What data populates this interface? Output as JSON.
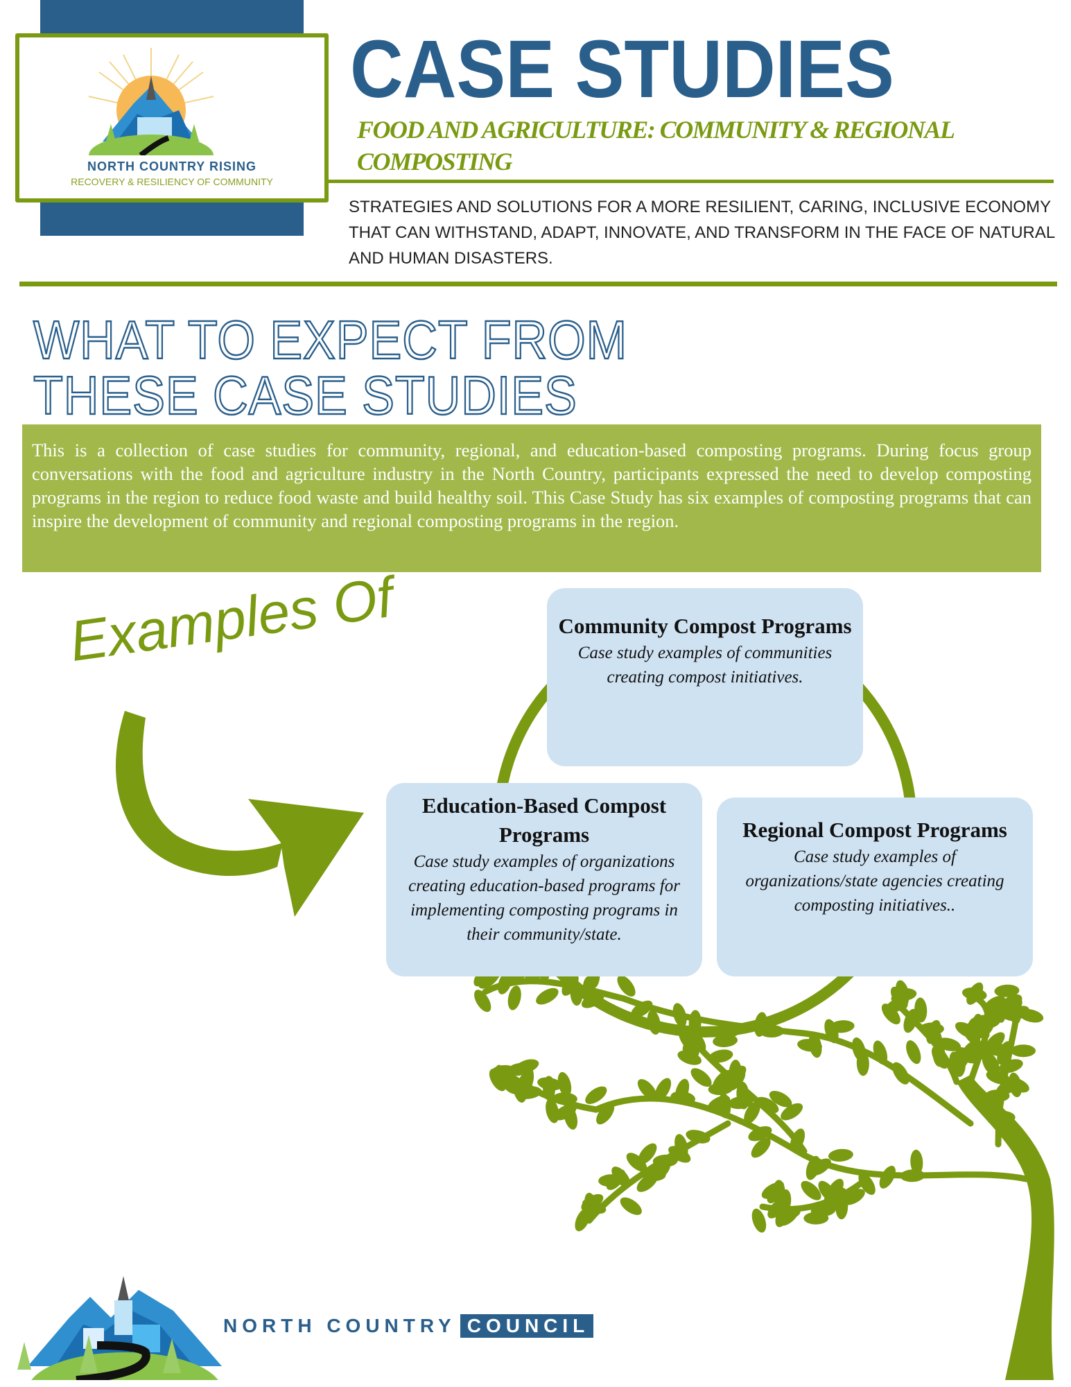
{
  "header": {
    "logo_title": "NORTH COUNTRY RISING",
    "logo_subtitle": "RECOVERY & RESILIENCY OF COMMUNITY",
    "title": "CASE STUDIES",
    "subtitle": "FOOD AND AGRICULTURE: COMMUNITY & REGIONAL COMPOSTING",
    "tagline": "STRATEGIES AND SOLUTIONS FOR A MORE RESILIENT, CARING, INCLUSIVE ECONOMY THAT CAN WITHSTAND, ADAPT, INNOVATE, AND TRANSFORM IN THE FACE OF NATURAL AND HUMAN DISASTERS."
  },
  "section": {
    "heading": "WHAT TO EXPECT FROM\nTHESE CASE STUDIES",
    "intro": "This is a collection of case studies for community, regional, and education-based composting programs. During focus group conversations with the food and agriculture industry in the North Country, participants expressed the need to develop composting programs in the region to reduce food waste and build healthy soil. This Case Study has six examples of composting programs that can inspire the development of community and regional composting programs in the region."
  },
  "examples": {
    "label": "Examples Of",
    "items": [
      {
        "title": "Community Compost Programs",
        "desc": "Case study examples of communities creating compost initiatives."
      },
      {
        "title": "Education-Based Compost Programs",
        "desc": "Case study examples of organizations creating education-based programs for implementing composting programs in their community/state."
      },
      {
        "title": "Regional Compost Programs",
        "desc": "Case study examples of organizations/state agencies creating composting initiatives.."
      }
    ]
  },
  "footer": {
    "org_part1": "NORTH COUNTRY",
    "org_part2": "COUNCIL"
  },
  "colors": {
    "blue": "#2a5f8c",
    "green": "#7a9a12",
    "light_green": "#a2b84b",
    "bubble": "#cfe2f2"
  }
}
